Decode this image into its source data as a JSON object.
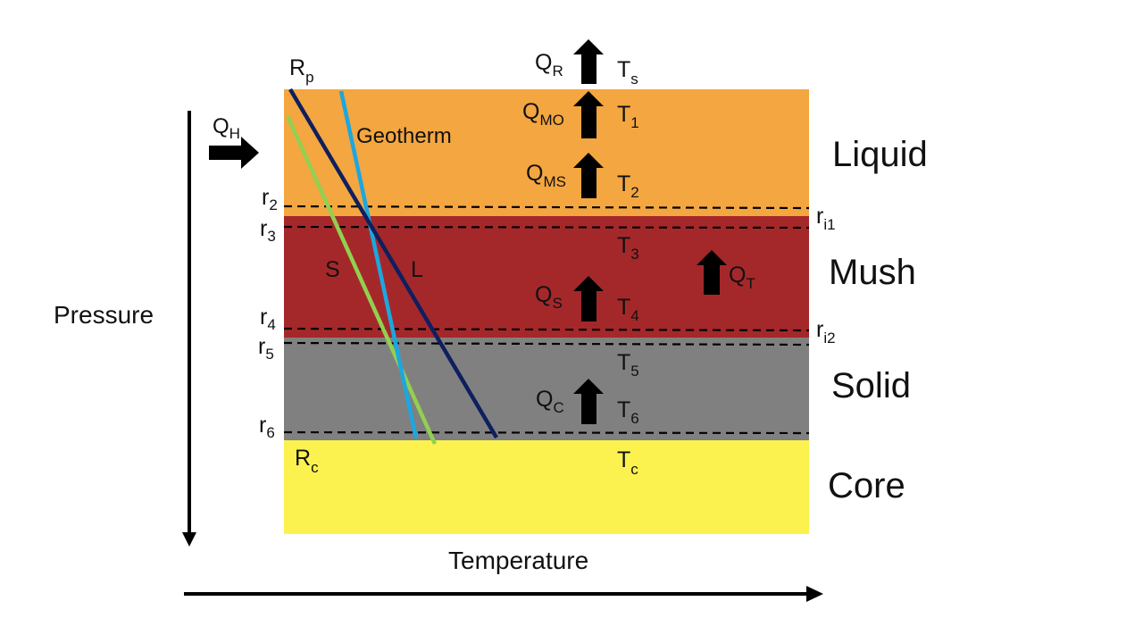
{
  "colors": {
    "liquid": "#f4a640",
    "mush": "#a4282a",
    "solid": "#808080",
    "core": "#fbf250",
    "solidus_line": "#92d050",
    "liquidus_line": "#0f1f5e",
    "geotherm_line": "#1ca7e0",
    "arrow": "#000000"
  },
  "regions": {
    "liquid": "Liquid",
    "mush": "Mush",
    "solid": "Solid",
    "core": "Core"
  },
  "axes": {
    "x_label": "Temperature",
    "y_label": "Pressure"
  },
  "lines": {
    "solidus": "S",
    "liquidus": "L",
    "geotherm": "Geotherm"
  },
  "radii": {
    "planet": {
      "base": "R",
      "sub": "p"
    },
    "r2": {
      "base": "r",
      "sub": "2"
    },
    "r3": {
      "base": "r",
      "sub": "3"
    },
    "r4": {
      "base": "r",
      "sub": "4"
    },
    "r5": {
      "base": "r",
      "sub": "5"
    },
    "r6": {
      "base": "r",
      "sub": "6"
    },
    "core": {
      "base": "R",
      "sub": "c"
    },
    "ri1": {
      "base": "r",
      "sub": "i1"
    },
    "ri2": {
      "base": "r",
      "sub": "i2"
    }
  },
  "temperatures": {
    "surface": {
      "base": "T",
      "sub": "s"
    },
    "t1": {
      "base": "T",
      "sub": "1"
    },
    "t2": {
      "base": "T",
      "sub": "2"
    },
    "t3": {
      "base": "T",
      "sub": "3"
    },
    "t4": {
      "base": "T",
      "sub": "4"
    },
    "t5": {
      "base": "T",
      "sub": "5"
    },
    "t6": {
      "base": "T",
      "sub": "6"
    },
    "core": {
      "base": "T",
      "sub": "c"
    }
  },
  "fluxes": {
    "heating": {
      "base": "Q",
      "sub": "H"
    },
    "radiative": {
      "base": "Q",
      "sub": "R"
    },
    "magma_ocean": {
      "base": "Q",
      "sub": "MO"
    },
    "magma_ocean_solid": {
      "base": "Q",
      "sub": "MS"
    },
    "mush": {
      "base": "Q",
      "sub": "S"
    },
    "total": {
      "base": "Q",
      "sub": "T"
    },
    "core": {
      "base": "Q",
      "sub": "C"
    }
  }
}
